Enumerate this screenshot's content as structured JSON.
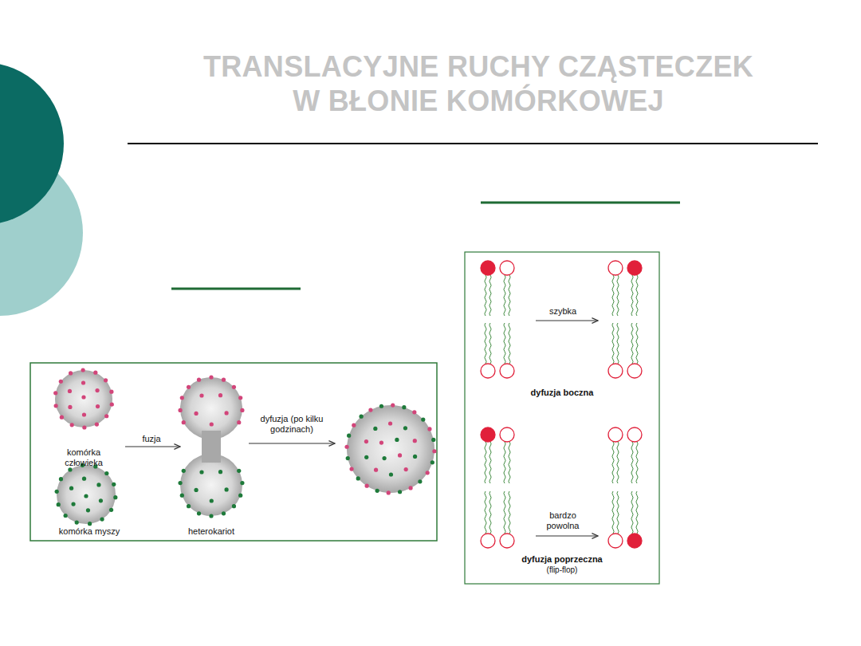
{
  "diagram": {
    "title": "TRANSLACYJNE RUCHY CZĄSTECZEK W BŁONIE KOMÓRKOWEJ",
    "labels": [
      "komórka człowieka",
      "fuzja",
      "dyfuzja (po kilku godzinach)",
      "komórka myszy",
      "heterokariot",
      "szybka",
      "dyfuzja boczna",
      "bardzo powolna",
      "dyfuzja poprzeczna",
      "(flip-flop)"
    ]
  }
}
